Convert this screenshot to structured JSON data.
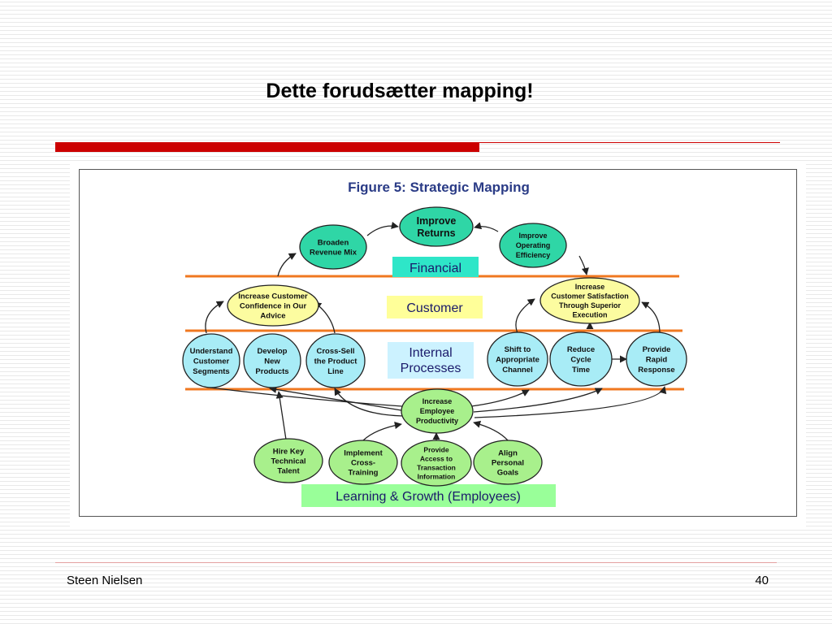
{
  "slide": {
    "title": "Dette forudsætter mapping!",
    "footer_author": "Steen Nielsen",
    "page_number": "40"
  },
  "figure": {
    "title": "Figure 5: Strategic Mapping",
    "bands": {
      "financial": "Financial",
      "customer": "Customer",
      "internal": [
        "Internal",
        "Processes"
      ],
      "learning": "Learning & Growth (Employees)"
    },
    "nodes": {
      "improve_returns": [
        "Improve",
        "Returns"
      ],
      "broaden_revenue": [
        "Broaden",
        "Revenue Mix"
      ],
      "improve_efficiency": [
        "Improve",
        "Operating",
        "Efficiency"
      ],
      "increase_confidence": [
        "Increase Customer",
        "Confidence in Our",
        "Advice"
      ],
      "increase_satisfaction": [
        "Increase",
        "Customer Satisfaction",
        "Through Superior",
        "Execution"
      ],
      "understand_segments": [
        "Understand",
        "Customer",
        "Segments"
      ],
      "develop_products": [
        "Develop",
        "New",
        "Products"
      ],
      "cross_sell": [
        "Cross-Sell",
        "the Product",
        "Line"
      ],
      "shift_channel": [
        "Shift to",
        "Appropriate",
        "Channel"
      ],
      "reduce_cycle": [
        "Reduce",
        "Cycle",
        "Time"
      ],
      "rapid_response": [
        "Provide",
        "Rapid",
        "Response"
      ],
      "employee_productivity": [
        "Increase",
        "Employee",
        "Productivity"
      ],
      "hire_talent": [
        "Hire Key",
        "Technical",
        "Talent"
      ],
      "cross_training": [
        "Implement",
        "Cross-",
        "Training"
      ],
      "access_information": [
        "Provide",
        "Access to",
        "Transaction",
        "Information"
      ],
      "align_goals": [
        "Align",
        "Personal",
        "Goals"
      ]
    },
    "colors": {
      "teal_node": "#2fd6a6",
      "yellow_node": "#fcfca0",
      "cyan_node": "#a8ecf6",
      "green_node": "#a8f08c",
      "band_line": "#f07820",
      "financial_box": "#2ee6c8",
      "customer_box": "#ffff99",
      "internal_box": "#ccf2ff",
      "learning_box": "#99ff99",
      "figure_title": "#2a3b86"
    }
  }
}
